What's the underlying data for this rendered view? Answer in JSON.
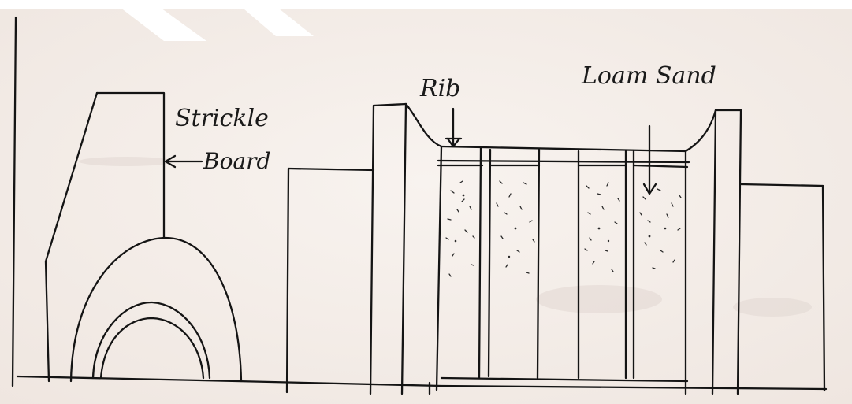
{
  "labels": {
    "strickle": "Strickle",
    "board": "Board",
    "rib": "Rib",
    "loam_sand": "Loam Sand"
  },
  "colors": {
    "paper": "#f6f0ec",
    "ink": "#141414",
    "pencil_smudge": "#e4dcd7"
  }
}
